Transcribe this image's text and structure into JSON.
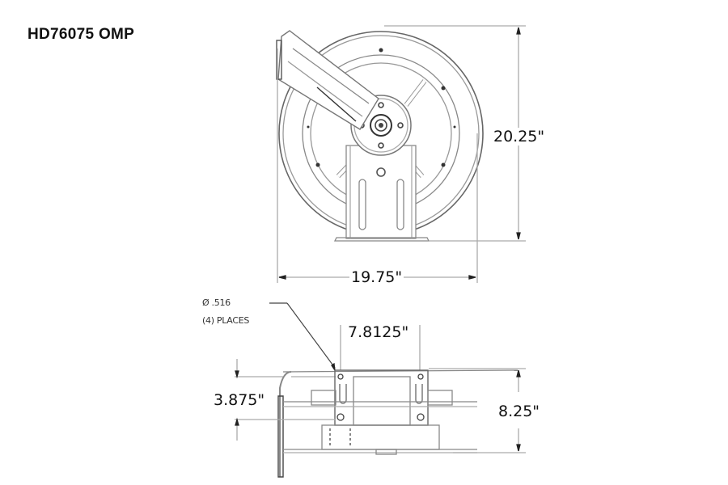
{
  "title": "HD76075 OMP",
  "front_view": {
    "width_dim": "19.75\"",
    "height_dim": "20.25\""
  },
  "top_view": {
    "hole_note_line1": "Ø .516",
    "hole_note_line2": "(4) PLACES",
    "bolt_spacing_dim": "7.8125\"",
    "depth_dim": "3.875\"",
    "overall_depth_dim": "8.25\""
  },
  "colors": {
    "line": "#777777",
    "dark_line": "#333333",
    "text": "#111111"
  }
}
